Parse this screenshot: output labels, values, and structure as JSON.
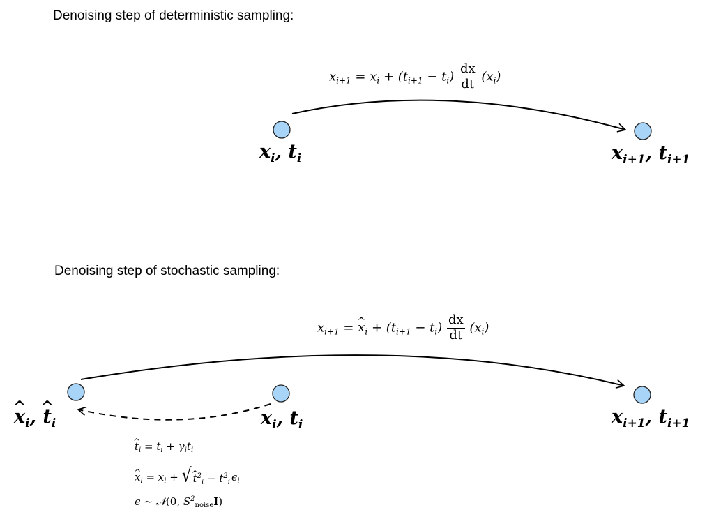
{
  "headings": {
    "deterministic": "Denoising step of deterministic sampling:",
    "stochastic": "Denoising step of stochastic sampling:"
  },
  "colors": {
    "node_fill": "#a8d4f7",
    "node_stroke": "#222222",
    "arrow": "#000000",
    "background": "#ffffff"
  },
  "deterministic": {
    "start_node": {
      "var": "x",
      "var_sub": "i",
      "sep": ",",
      "time": "t",
      "time_sub": "i"
    },
    "end_node": {
      "var": "x",
      "var_sub": "i+1",
      "sep": ",",
      "time": "t",
      "time_sub": "i+1"
    },
    "update_equation": {
      "lhs": "x",
      "lhs_sub": "i+1",
      "rhs_a": "x",
      "rhs_a_sub": "i",
      "paren_open": "(t",
      "t1_sub": "i+1",
      "minus": "− t",
      "t2_sub": "i",
      "paren_close": ")",
      "frac_num": "dx",
      "frac_den": "dt",
      "arg": "(x",
      "arg_sub": "i",
      "arg_close": ")"
    }
  },
  "stochastic": {
    "hat_node": {
      "var": "x",
      "var_sub": "i",
      "sep": ",",
      "time": "t",
      "time_sub": "i"
    },
    "start_node": {
      "var": "x",
      "var_sub": "i",
      "sep": ",",
      "time": "t",
      "time_sub": "i"
    },
    "end_node": {
      "var": "x",
      "var_sub": "i+1",
      "sep": ",",
      "time": "t",
      "time_sub": "i+1"
    },
    "update_equation": {
      "lhs": "x",
      "lhs_sub": "i+1",
      "rhs_a": "x",
      "rhs_a_sub": "i",
      "paren_open": "(t",
      "t1_sub": "i+1",
      "minus": "− t",
      "t2_sub": "i",
      "paren_close": ")",
      "frac_num": "dx",
      "frac_den": "dt",
      "arg": "(x",
      "arg_sub": "i",
      "arg_close": ")"
    },
    "noise_equations": {
      "eq1": {
        "lhs": "t",
        "lhs_sub": "i",
        "rhs_a": "t",
        "rhs_a_sub": "i",
        "plus": "+",
        "gamma": "γ",
        "gamma_sub": "i",
        "t": "t",
        "t_sub": "i"
      },
      "eq2": {
        "lhs": "x",
        "lhs_sub": "i",
        "rhs_a": "x",
        "rhs_a_sub": "i",
        "plus": "+",
        "sq1": "t",
        "sq1_sub": "i",
        "sq1_sup": "2",
        "minus": "−",
        "sq2": "t",
        "sq2_sub": "i",
        "sq2_sup": "2",
        "eps": "ϵ",
        "eps_sub": "i"
      },
      "eq3": {
        "eps": "ϵ",
        "tilde": "∼",
        "dist": "𝒩",
        "open": "(0,",
        "s": "S",
        "s_sub": "noise",
        "s_sup": "2",
        "I": "I",
        "close": ")"
      }
    }
  }
}
